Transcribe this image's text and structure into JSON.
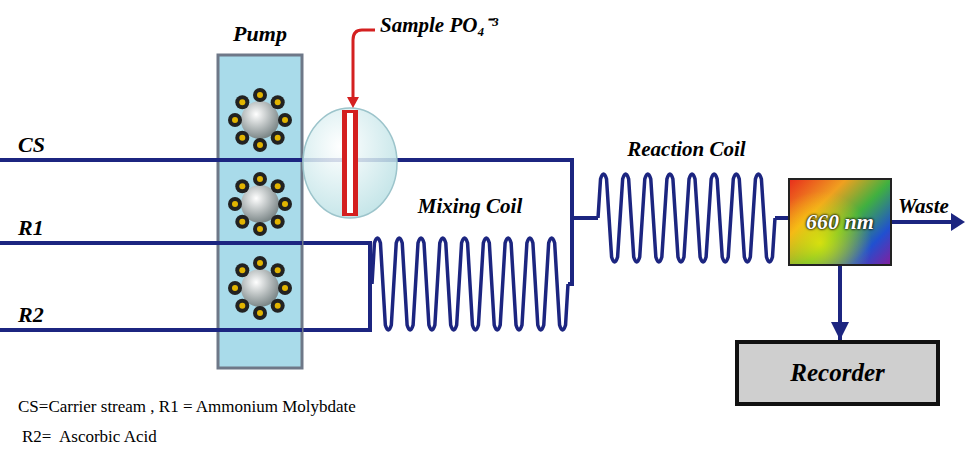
{
  "diagram": {
    "nodes": [
      {
        "text": [
          "Pump"
        ]
      },
      {
        "text": [
          "Mixing Coil"
        ]
      },
      {
        "text": [
          "Reaction Coil"
        ]
      },
      {
        "text": [
          "660 nm"
        ]
      },
      {
        "text": [
          "Recorder"
        ]
      }
    ],
    "edges": [
      {
        "from": 0,
        "to": 1,
        "arrow": "none"
      },
      {
        "from": 0,
        "to": 2,
        "arrow": "none"
      },
      {
        "from": 1,
        "to": 2,
        "arrow": "none"
      },
      {
        "from": 2,
        "to": 3,
        "arrow": "none"
      },
      {
        "from": 3,
        "to": 4,
        "arrow": "to"
      }
    ],
    "labels": [
      "Sample PO₄⁻³",
      "CS",
      "R1",
      "R2",
      "Waste",
      "CS=Carrier stream , R1 = Ammonium Molybdate",
      "R2=  Ascorbic Acid"
    ]
  }
}
